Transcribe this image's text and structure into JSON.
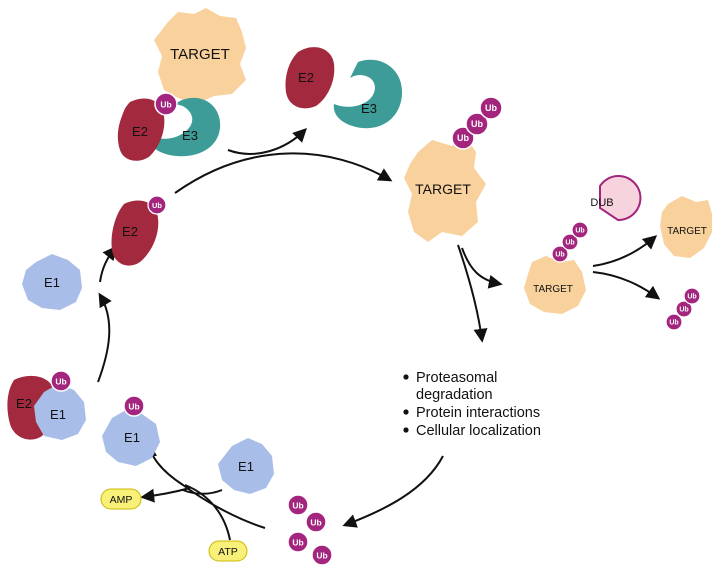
{
  "labels": {
    "target": "TARGET",
    "e1": "E1",
    "e2": "E2",
    "e3": "E3",
    "ub": "Ub",
    "dub": "DUB",
    "amp": "AMP",
    "atp": "ATP"
  },
  "outcomes": [
    "Proteasomal",
    "degradation",
    "Protein interactions",
    "Cellular localization"
  ],
  "colors": {
    "target": "#f9d19c",
    "e1": "#a9bde9",
    "e2": "#a3293f",
    "e3": "#3d9c97",
    "ub": "#a3257e",
    "dub": "#f7d3dd",
    "amp_atp": "#f9f07a"
  }
}
